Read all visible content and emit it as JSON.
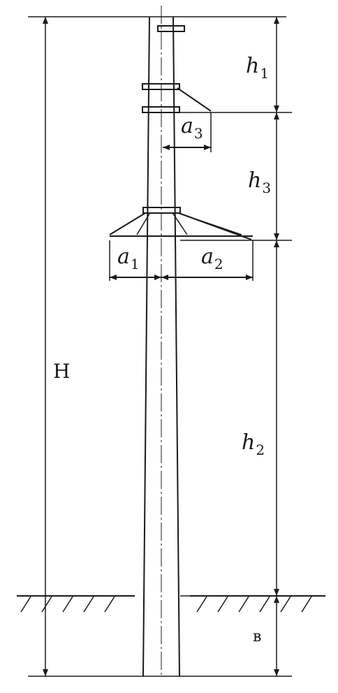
{
  "labels": {
    "h1_main": "h",
    "h1_sub": "1",
    "h3_main": "h",
    "h3_sub": "3",
    "h2_main": "h",
    "h2_sub": "2",
    "a3_main": "a",
    "a3_sub": "3",
    "a1_main": "a",
    "a1_sub": "1",
    "a2_main": "a",
    "a2_sub": "2",
    "H": "H",
    "b": "в"
  }
}
